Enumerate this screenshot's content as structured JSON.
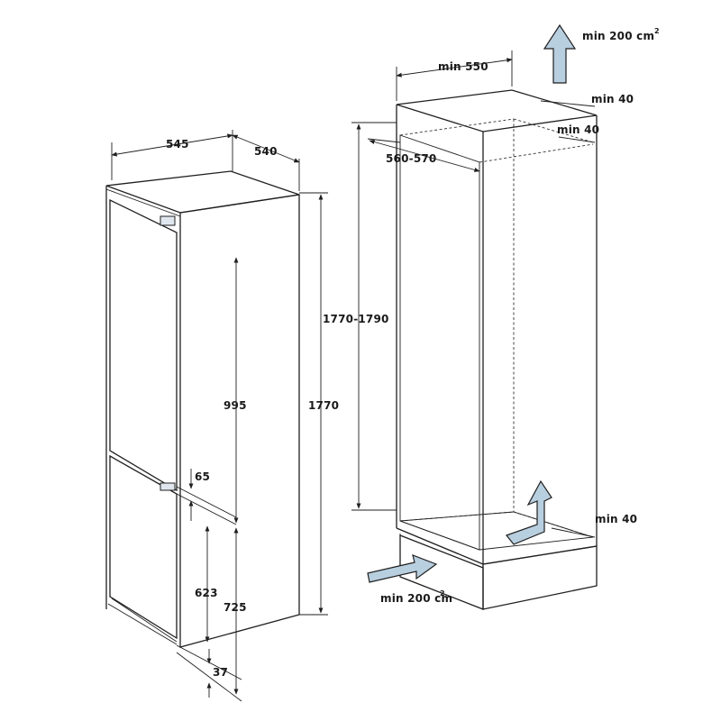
{
  "fridge": {
    "width": "545",
    "depth": "540",
    "height": "1770",
    "upper_door": "995",
    "gap": "65",
    "lower_door": "623",
    "lower_section": "725",
    "plinth": "37"
  },
  "niche": {
    "width": "min 550",
    "depth": "560-570",
    "height": "1770-1790",
    "top_clearance": "min 40",
    "side_clearance": "min 40",
    "bottom_clearance": "min 40",
    "vent_top": "min 200 cm",
    "vent_top_sup": "2",
    "vent_bottom": "min 200 cm",
    "vent_bottom_sup": "2"
  },
  "colors": {
    "door": "#c6d6e4",
    "fridge_body": "#ffffff",
    "arrow": "#b8cfe0",
    "grille": "#8c8c8c",
    "plinth_front": "#f2f2f2"
  }
}
